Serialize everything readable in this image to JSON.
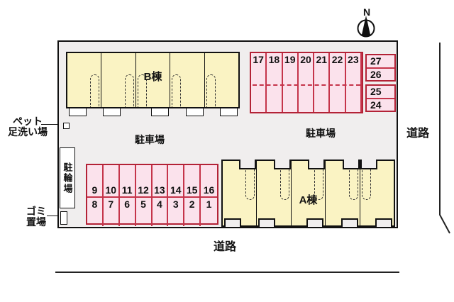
{
  "site": {
    "compass_label": "N",
    "building_b_label": "B棟",
    "building_a_label": "A棟",
    "parking_label_left": "駐車場",
    "parking_label_right": "駐車場",
    "road_label_bottom": "道路",
    "road_label_right": "道路",
    "pet_wash_line1": "ペット",
    "pet_wash_line2": "足洗い場",
    "bicycle_parking_label": "駐輪場",
    "garbage_line1": "ゴミ",
    "garbage_line2": "置場"
  },
  "parking": {
    "top_row": [
      "17",
      "18",
      "19",
      "20",
      "21",
      "22",
      "23"
    ],
    "right_upper": [
      "27",
      "26"
    ],
    "right_lower": [
      "25",
      "24"
    ],
    "bottom_row1": [
      "9",
      "10",
      "11",
      "12",
      "13",
      "14",
      "15",
      "16"
    ],
    "bottom_row2": [
      "8",
      "7",
      "6",
      "5",
      "4",
      "3",
      "2",
      "1"
    ]
  },
  "colors": {
    "site_fill": "#f0eeee",
    "building_fill": "#faf3c3",
    "stall_fill": "#fbe2ec",
    "stall_border": "#b32236",
    "outline": "#111111"
  }
}
